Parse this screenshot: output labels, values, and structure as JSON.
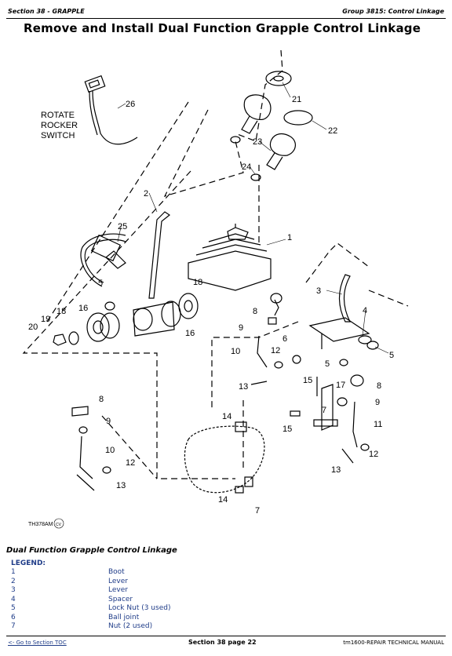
{
  "header": {
    "section": "Section 38 - GRAPPLE",
    "group": "Group 3815: Control Linkage"
  },
  "page_title": "Remove and Install Dual Function Grapple Control Linkage",
  "figure": {
    "rotate_label_lines": [
      "ROTATE",
      "ROCKER",
      "SWITCH"
    ],
    "image_code": "TH378AM",
    "image_code_suffix": "CV",
    "callouts": {
      "c1": "1",
      "c2": "2",
      "c3": "3",
      "c4": "4",
      "c5a": "5",
      "c5b": "5",
      "c5c": "5",
      "c6": "6",
      "c7a": "7",
      "c7b": "7",
      "c8a": "8",
      "c8b": "8",
      "c8c": "8",
      "c9a": "9",
      "c9b": "9",
      "c9c": "9",
      "c10a": "10",
      "c10b": "10",
      "c11": "11",
      "c12a": "12",
      "c12b": "12",
      "c12c": "12",
      "c13a": "13",
      "c13b": "13",
      "c13c": "13",
      "c14a": "14",
      "c14b": "14",
      "c15a": "15",
      "c15b": "15",
      "c16a": "16",
      "c16b": "16",
      "c17": "17",
      "c18a": "18",
      "c18b": "18",
      "c19": "19",
      "c20": "20",
      "c21": "21",
      "c22": "22",
      "c23": "23",
      "c24": "24",
      "c25": "25",
      "c26": "26"
    }
  },
  "caption": "Dual Function Grapple Control Linkage",
  "legend": {
    "title": "LEGEND:",
    "items": [
      {
        "num": "1",
        "text": "Boot"
      },
      {
        "num": "2",
        "text": "Lever"
      },
      {
        "num": "3",
        "text": "Lever"
      },
      {
        "num": "4",
        "text": "Spacer"
      },
      {
        "num": "5",
        "text": "Lock Nut (3 used)"
      },
      {
        "num": "6",
        "text": "Ball joint"
      },
      {
        "num": "7",
        "text": "Nut (2 used)"
      }
    ]
  },
  "footer": {
    "toc_link": "<- Go to Section TOC",
    "page": "Section 38 page 22",
    "manual": "tm1600-REPAIR TECHNICAL MANUAL"
  }
}
